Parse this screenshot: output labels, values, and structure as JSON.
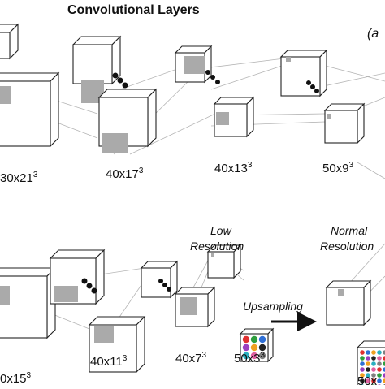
{
  "title": "Convolutional Layers",
  "panel_label": "(a",
  "top_row": {
    "layers": [
      {
        "label": "30x21",
        "exp": "3"
      },
      {
        "label": "40x17",
        "exp": "3"
      },
      {
        "label": "40x13",
        "exp": "3"
      },
      {
        "label": "50x9",
        "exp": "3"
      }
    ]
  },
  "bottom_row": {
    "layers": [
      {
        "label": "0x15",
        "exp": "3"
      },
      {
        "label": "40x11",
        "exp": "3"
      },
      {
        "label": "40x7",
        "exp": "3"
      },
      {
        "label": "50x3",
        "exp": "3"
      },
      {
        "label": "50x",
        "exp": ""
      }
    ],
    "low_resolution": [
      "Low",
      "Resolution"
    ],
    "normal_resolution": [
      "Normal",
      "Resolution"
    ],
    "upsampling": "Upsampling"
  },
  "colors": {
    "cube_stroke": "#222222",
    "kernel_fill": "#aaaaaa",
    "connector": "#b5b5b5",
    "grid_dots": [
      "#e03030",
      "#2e9e3e",
      "#2f6fd6",
      "#9b3fc0",
      "#f0a020",
      "#222222",
      "#2ab0c0",
      "#e060a0",
      "#808080"
    ]
  }
}
